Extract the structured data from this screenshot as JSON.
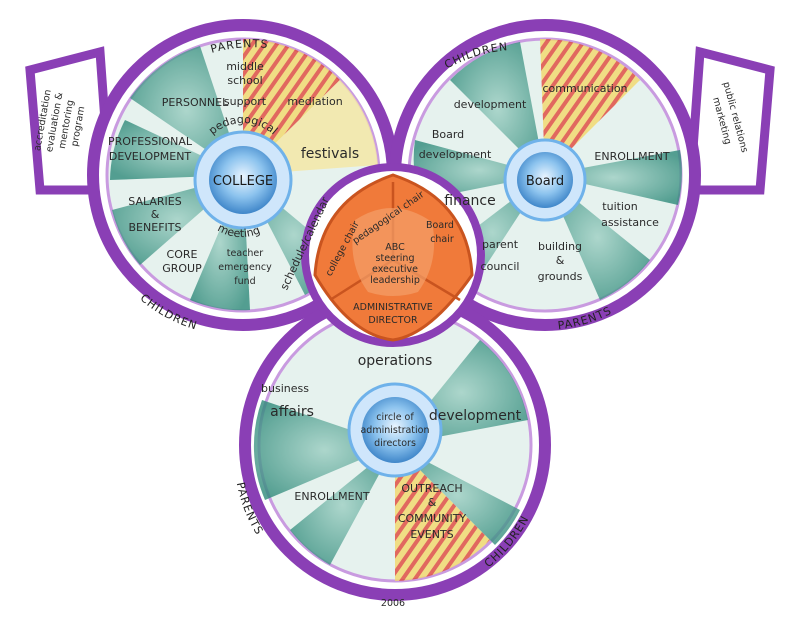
{
  "colors": {
    "ring": "#8a3fb5",
    "ring_light": "#c99be0",
    "teal": "#3f9c8c",
    "teal_light": "#cfe7e1",
    "hatch_red": "#e0463c",
    "hatch_yellow": "#f3d86a",
    "hub_blue": "#6fb2ea",
    "center_orange": "#f07a3a"
  },
  "ring_labels": {
    "parents_top": "PARENTS",
    "children_top": "CHILDREN",
    "children_left": "CHILDREN",
    "parents_right": "PARENTS",
    "parents_bottom": "PARENTS",
    "children_bottom": "CHILDREN"
  },
  "tabs": {
    "left": [
      "accreditation",
      "evaluation &",
      "mentoring",
      "program"
    ],
    "right": [
      "public relations",
      "marketing"
    ]
  },
  "college": {
    "hub": "COLLEGE",
    "arc_top": "pedagogical",
    "arc_bottom": "meeting",
    "segments": {
      "middle_school": [
        "middle",
        "school",
        "support"
      ],
      "mediation": "mediation",
      "personnel": "PERSONNEL",
      "festivals": "festivals",
      "professional_development": [
        "PROFESSIONAL",
        "DEVELOPMENT"
      ],
      "salaries": [
        "SALARIES",
        "&",
        "BENEFITS"
      ],
      "core_group": [
        "CORE",
        "GROUP"
      ],
      "teacher_fund": [
        "teacher",
        "emergency",
        "fund"
      ],
      "schedule_calendar": "schedule/calendar"
    }
  },
  "board": {
    "hub": "Board",
    "segments": {
      "development": "development",
      "communication": "communication",
      "board_development": [
        "Board",
        "development"
      ],
      "enrollment": "ENROLLMENT",
      "finance": "finance",
      "tuition": [
        "tuition",
        "assistance"
      ],
      "parent_council": [
        "parent",
        "council"
      ],
      "building": [
        "building",
        "&",
        "grounds"
      ]
    }
  },
  "admin": {
    "hub": [
      "circle of",
      "administration",
      "directors"
    ],
    "segments": {
      "operations": "operations",
      "business_affairs": [
        "business",
        "affairs"
      ],
      "development": "development",
      "enrollment": "ENROLLMENT",
      "outreach": [
        "OUTREACH",
        "&",
        "COMMUNITY",
        "EVENTS"
      ]
    }
  },
  "center": {
    "college_chair": "college chair",
    "pedagogical_chair": "pedagogical chair",
    "board_chair": [
      "Board",
      "chair"
    ],
    "core": [
      "ABC",
      "steering",
      "executive",
      "leadership"
    ],
    "director": [
      "ADMINISTRATIVE",
      "DIRECTOR"
    ]
  },
  "year": "2006"
}
